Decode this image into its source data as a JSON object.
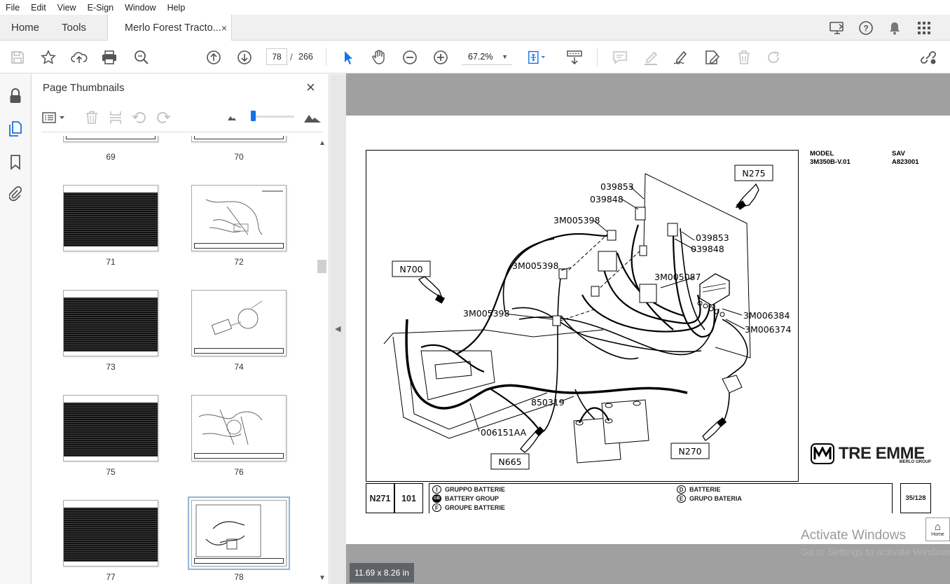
{
  "menu": [
    "File",
    "Edit",
    "View",
    "E-Sign",
    "Window",
    "Help"
  ],
  "tabs": {
    "home": "Home",
    "tools": "Tools",
    "document": "Merlo Forest Tracto...",
    "close": "×"
  },
  "toolbar": {
    "current_page": "78",
    "separator": "/",
    "total_pages": "266",
    "zoom": "67.2%"
  },
  "panel": {
    "title": "Page Thumbnails",
    "close": "×"
  },
  "thumbnails": [
    "69",
    "70",
    "71",
    "72",
    "73",
    "74",
    "75",
    "76",
    "77",
    "78"
  ],
  "selected_thumbnail": "78",
  "drawing": {
    "model_label": "MODEL",
    "model_value": "3M350B-V.01",
    "sav_label": "SAV",
    "sav_value": "A823001",
    "callouts": [
      "N275",
      "N700",
      "N665",
      "N270"
    ],
    "parts": [
      "039853",
      "039848",
      "3M005398",
      "039853",
      "039848",
      "3M005398",
      "3M005087",
      "3M005398",
      "3M006384",
      "3M006374",
      "850319",
      "006151AA"
    ]
  },
  "logo": {
    "text": "TRE EMME",
    "sub": "MERLO GROUP"
  },
  "title_block": {
    "code": "N271",
    "number": "101",
    "it": "GRUPPO BATTERIE",
    "gb": "BATTERY GROUP",
    "fr": "GROUPE BATTERIE",
    "de": "BATTERIE",
    "es": "GRUPO BATERIA",
    "page": "35/128",
    "lang_it": "I",
    "lang_gb": "GB",
    "lang_fr": "F",
    "lang_de": "D",
    "lang_es": "E"
  },
  "status": {
    "page_size": "11.69 x 8.26 in",
    "home": "Home"
  },
  "watermark": {
    "line1": "Activate Windows",
    "line2": "Go to Settings to activate Windows."
  }
}
